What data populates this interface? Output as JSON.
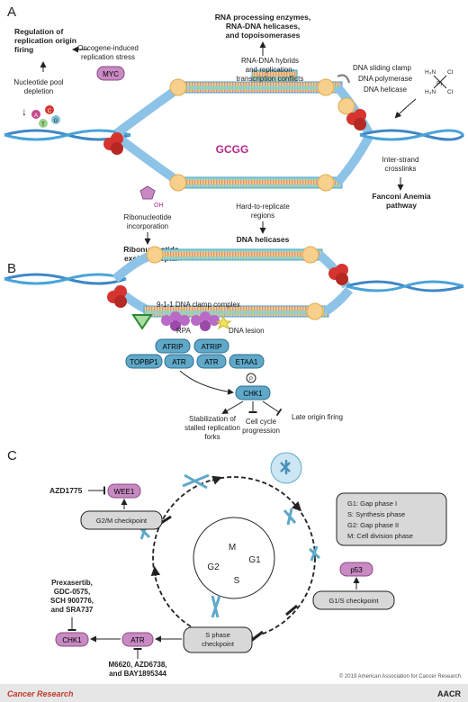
{
  "panel_a": {
    "label": "A",
    "motif": "GCGG",
    "regulation_origin_firing": [
      "Regulation of",
      "replication origin",
      "firing"
    ],
    "nucleotide_pool_depletion": [
      "Nucleotide pool",
      "depletion"
    ],
    "down_arrow": "↓",
    "nucleotides": [
      "A",
      "C",
      "T",
      "G"
    ],
    "oncogene_stress": [
      "Oncogene-induced",
      "replication stress"
    ],
    "myc": "MYC",
    "rna_processing": [
      "RNA processing enzymes,",
      "RNA-DNA helicases,",
      "and topoisomerases"
    ],
    "rna_dna_hybrids": [
      "RNA-DNA hybrids",
      "and replication-",
      "transcription conflicts"
    ],
    "dna_sliding_clamp": "DNA sliding clamp",
    "dna_polymerase": "DNA polymerase",
    "dna_helicase": "DNA helicase",
    "crosslinker": [
      "H₃N",
      "Cl",
      "Pt"
    ],
    "inter_strand_crosslinks": [
      "Inter-strand",
      "crosslinks"
    ],
    "fanconi": [
      "Fanconi Anemia",
      "pathway"
    ],
    "oh": "OH",
    "ribonucleotide_incorporation": [
      "Ribonucleotide",
      "incorporation"
    ],
    "ribonucleotide_excision_repair": [
      "Ribonucleotide",
      "excision repair"
    ],
    "hard_to_replicate": [
      "Hard-to-replicate",
      "regions"
    ],
    "dna_helicases": "DNA helicases"
  },
  "panel_b": {
    "label": "B",
    "clamp_911": "9-1-1 DNA clamp complex",
    "rpa": "RPA",
    "dna_lesion": "DNA lesion",
    "atrip": "ATRIP",
    "topbp1": "TOPBP1",
    "atr": "ATR",
    "etaa1": "ETAA1",
    "chk1": "CHK1",
    "phospho": "P",
    "stabilization": [
      "Stabilization of",
      "stalled replication",
      "forks"
    ],
    "cell_cycle_progression": [
      "Cell cycle",
      "progression"
    ],
    "late_origin_firing": "Late origin firing"
  },
  "panel_c": {
    "label": "C",
    "phases": {
      "m": "M",
      "g1": "G1",
      "g2": "G2",
      "s": "S"
    },
    "legend": [
      "G1: Gap phase I",
      "S: Synthesis phase",
      "G2: Gap phase II",
      "M: Cell division phase"
    ],
    "azd1775": "AZD1775",
    "wee1": "WEE1",
    "g2m_checkpoint": "G2/M checkpoint",
    "p53": "p53",
    "g1s_checkpoint": "G1/S checkpoint",
    "chk1_inhibitors": [
      "Prexasertib,",
      "GDC-0575,",
      "SCH 900776,",
      "and SRA737"
    ],
    "chk1": "CHK1",
    "atr": "ATR",
    "s_phase_checkpoint": [
      "S phase",
      "checkpoint"
    ],
    "atr_inhibitors": [
      "M6620, AZD6738,",
      "and BAY1895344"
    ]
  },
  "footer": {
    "copyright": "© 2019 American Association for Cancer Research",
    "journal": "Cancer Research",
    "publisher": "AACR"
  }
}
